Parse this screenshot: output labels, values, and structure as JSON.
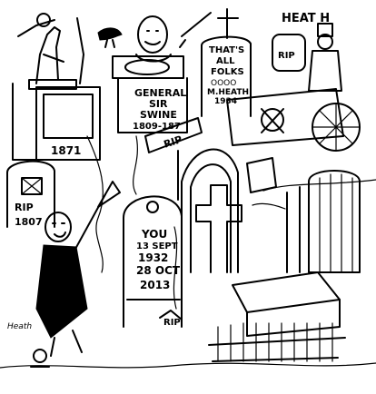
{
  "signs": {
    "heath_top": "HEAT H",
    "rip_top_right": "RIP",
    "thats_all_1": "THAT'S",
    "thats_all_2": "ALL",
    "thats_all_3": "FOLKS",
    "thats_all_4": "OOOO",
    "thats_all_5": "M.HEATH",
    "thats_all_6": "1934",
    "general_1": "GENERAL",
    "general_2": "SIR",
    "general_3": "SWINE",
    "general_4": "1809-187",
    "rip_signpost": "RIP",
    "year_1871": "1871",
    "tomb_left_rip": "RIP",
    "tomb_left_year": "1807",
    "center_you": "YOU",
    "center_1": "13 SEPT",
    "center_2": "1932",
    "center_3": "28 OCT",
    "center_4": "2013",
    "center_rip": "RIP",
    "signature": "Heath"
  }
}
